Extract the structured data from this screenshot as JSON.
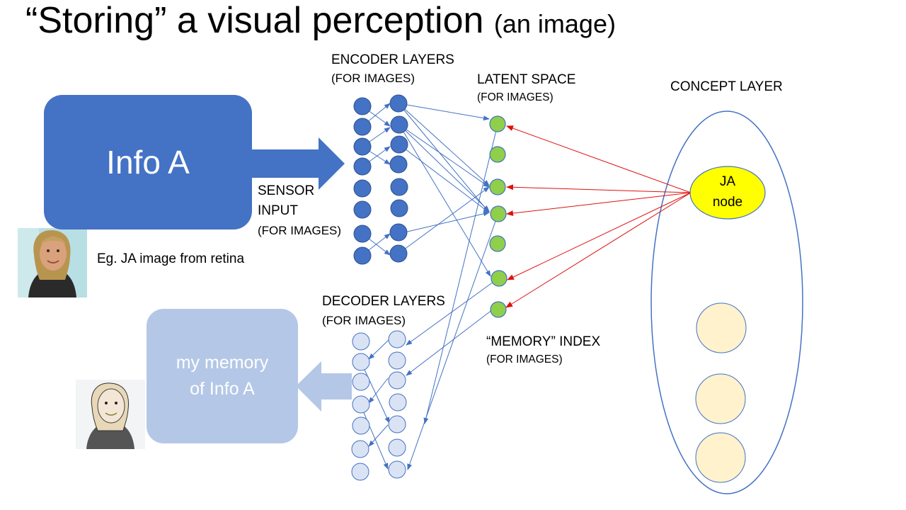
{
  "title": {
    "main": "“Storing” a visual perception",
    "sub": "(an image)"
  },
  "info_box": {
    "label": "Info A"
  },
  "sensor_input": {
    "line1": "SENSOR",
    "line2": "INPUT",
    "line3": "(FOR IMAGES)"
  },
  "photo_caption": "Eg. JA image from retina",
  "encoder": {
    "title": "ENCODER LAYERS",
    "sub": "(FOR IMAGES)"
  },
  "latent": {
    "title": "LATENT SPACE",
    "sub": "(FOR IMAGES)"
  },
  "concept": {
    "title": "CONCEPT LAYER",
    "node_line1": "JA",
    "node_line2": "node"
  },
  "decoder": {
    "title": "DECODER LAYERS",
    "sub": "(FOR IMAGES)"
  },
  "memory_index": {
    "title": "“MEMORY” INDEX",
    "sub": "(FOR IMAGES)"
  },
  "memory_box": {
    "line1": "my memory",
    "line2": "of Info A"
  },
  "colors": {
    "encoder_node": "#4472c4",
    "decoder_node": "#dae3f3",
    "latent_node": "#8fcf4a",
    "ja_node": "#ffff00",
    "concept_node": "#fff2cc",
    "red_arrow": "#e01010",
    "blue_arrow": "#4472c4"
  }
}
